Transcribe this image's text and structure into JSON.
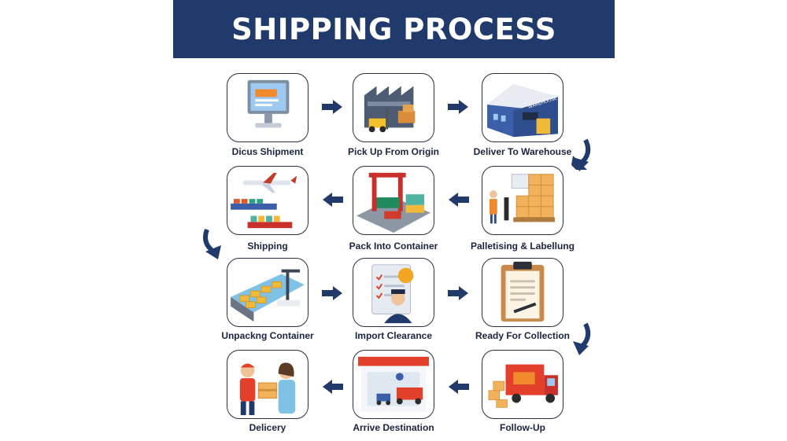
{
  "header": {
    "title": "SHIPPING PROCESS"
  },
  "steps": [
    {
      "label": "Dicus Shipment",
      "icon": "computer-order-icon"
    },
    {
      "label": "Pick Up From Origin",
      "icon": "factory-forklift-icon"
    },
    {
      "label": "Deliver To Warehouse",
      "icon": "warehouse-icon"
    },
    {
      "label": "Palletising & Labellung",
      "icon": "pallet-boxes-icon"
    },
    {
      "label": "Pack Into Container",
      "icon": "container-crane-icon"
    },
    {
      "label": "Shipping",
      "icon": "plane-ship-icon"
    },
    {
      "label": "Unpackng Container",
      "icon": "port-unloading-icon"
    },
    {
      "label": "Import Clearance",
      "icon": "customs-officer-icon"
    },
    {
      "label": "Ready For Collection",
      "icon": "clipboard-icon"
    },
    {
      "label": "Follow-Up",
      "icon": "delivery-truck-icon"
    },
    {
      "label": "Arrive Destination",
      "icon": "destination-depot-icon"
    },
    {
      "label": "Delicery",
      "icon": "package-handover-icon"
    }
  ],
  "colors": {
    "banner": "#1f3a6b",
    "arrow": "#1f3a6b",
    "accent": "#f2a623",
    "red": "#e2402a"
  }
}
